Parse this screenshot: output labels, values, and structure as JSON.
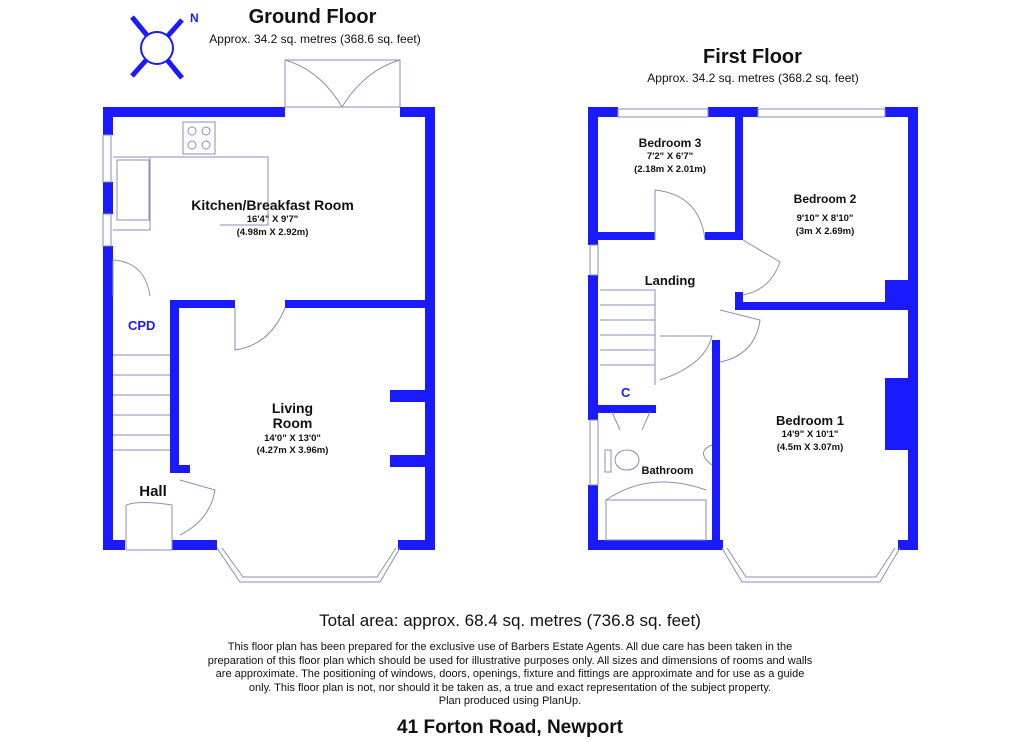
{
  "colors": {
    "wall": "#1a1aff",
    "fixture": "#8a8fb8"
  },
  "compass": {
    "icon": "compass-north-icon",
    "label": "N"
  },
  "ground_floor": {
    "title": "Ground Floor",
    "area": "Approx. 34.2 sq. metres (368.6 sq. feet)",
    "rooms": [
      {
        "name": "Kitchen/Breakfast Room",
        "dims_imperial": "16'4\" X 9'7\"",
        "dims_metric": "(4.98m X 2.92m)"
      },
      {
        "name": "Living Room",
        "dims_imperial": "14'0\" X 13'0\"",
        "dims_metric": "(4.27m X 3.96m)"
      },
      {
        "name": "Hall"
      },
      {
        "name": "CPD"
      }
    ]
  },
  "first_floor": {
    "title": "First Floor",
    "area": "Approx. 34.2 sq. metres (368.2 sq. feet)",
    "rooms": [
      {
        "name": "Bedroom 3",
        "dims_imperial": "7'2\" X 6'7\"",
        "dims_metric": "(2.18m X 2.01m)"
      },
      {
        "name": "Bedroom 2",
        "dims_imperial": "9'10\" X 8'10\"",
        "dims_metric": "(3m X 2.69m)"
      },
      {
        "name": "Landing"
      },
      {
        "name": "C"
      },
      {
        "name": "Bathroom"
      },
      {
        "name": "Bedroom 1",
        "dims_imperial": "14'9\" X 10'1\"",
        "dims_metric": "(4.5m X 3.07m)"
      }
    ]
  },
  "footer": {
    "total_area": "Total area: approx. 68.4 sq. metres (736.8 sq. feet)",
    "disclaimer": [
      "This floor plan has been prepared for the exclusive use of Barbers Estate Agents. All due care has been taken in the",
      "preparation of this floor plan which should be used for illustrative purposes only. All sizes and dimensions of rooms and walls",
      "are approximate. The positioning of windows, doors, openings, fixture and fittings are approximate and for use as a guide",
      "only. This floor plan is not, nor should it be taken as, a true and exact representation of the subject property.",
      "Plan produced using PlanUp."
    ],
    "address": "41 Forton Road, Newport"
  }
}
